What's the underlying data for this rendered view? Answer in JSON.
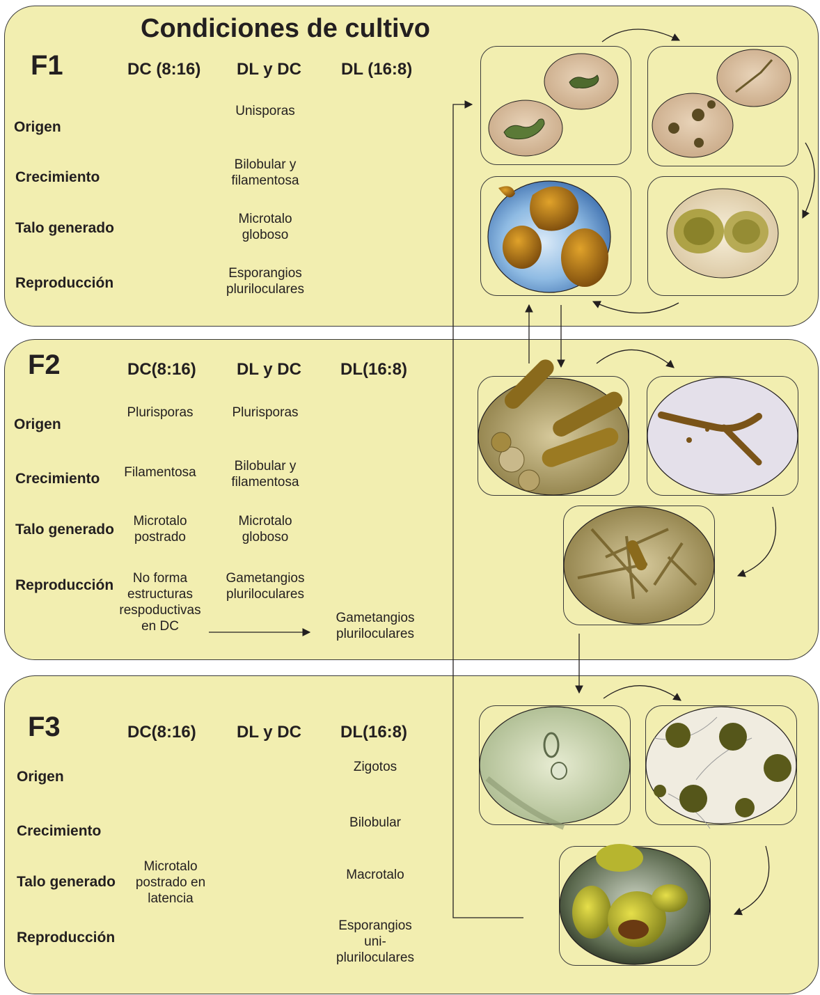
{
  "title": "Condiciones de cultivo",
  "phases": [
    {
      "label": "F1",
      "columns": [
        "DC (8:16)",
        "DL y DC",
        "DL (16:8)"
      ],
      "rows": [
        {
          "label": "Origen",
          "dc": "",
          "dldc": "Unisporas",
          "dl": ""
        },
        {
          "label": "Crecimiento",
          "dc": "",
          "dldc": "Bilobular y\nfilamentosa",
          "dl": ""
        },
        {
          "label": "Talo generado",
          "dc": "",
          "dldc": "Microtalo\ngloboso",
          "dl": ""
        },
        {
          "label": "Reproducción",
          "dc": "",
          "dldc": "Esporangios\npluriloculares",
          "dl": ""
        }
      ]
    },
    {
      "label": "F2",
      "columns": [
        "DC(8:16)",
        "DL y DC",
        "DL(16:8)"
      ],
      "rows": [
        {
          "label": "Origen",
          "dc": "Plurisporas",
          "dldc": "Plurisporas",
          "dl": ""
        },
        {
          "label": "Crecimiento",
          "dc": "Filamentosa",
          "dldc": "Bilobular y\nfilamentosa",
          "dl": ""
        },
        {
          "label": "Talo generado",
          "dc": "Microtalo\npostrado",
          "dldc": "Microtalo\ngloboso",
          "dl": ""
        },
        {
          "label": "Reproducción",
          "dc": "No forma\nestructuras\nrespoductivas\nen DC",
          "dldc": "Gametangios\npluriloculares",
          "dl": "Gametangios\npluriloculares"
        }
      ]
    },
    {
      "label": "F3",
      "columns": [
        "DC(8:16)",
        "DL y DC",
        "DL(16:8)"
      ],
      "rows": [
        {
          "label": "Origen",
          "dc": "",
          "dldc": "",
          "dl": "Zigotos"
        },
        {
          "label": "Crecimiento",
          "dc": "",
          "dldc": "",
          "dl": "Bilobular"
        },
        {
          "label": "Talo generado",
          "dc": "Microtalo\npostrado en\nlatencia",
          "dldc": "",
          "dl": "Macrotalo"
        },
        {
          "label": "Reproducción",
          "dc": "",
          "dldc": "",
          "dl": "Esporangios\nuni-\npluriloculares"
        }
      ]
    }
  ],
  "colors": {
    "panel": "#f2eeb0",
    "line": "#231f20",
    "micrograph_tan": "#d9bfa0",
    "micrograph_blue": "#7fb0dc",
    "micrograph_cream": "#efe4c6",
    "micrograph_green": "#c9d3a6",
    "alga_green": "#8a8a2c",
    "alga_brown": "#8b6914"
  }
}
